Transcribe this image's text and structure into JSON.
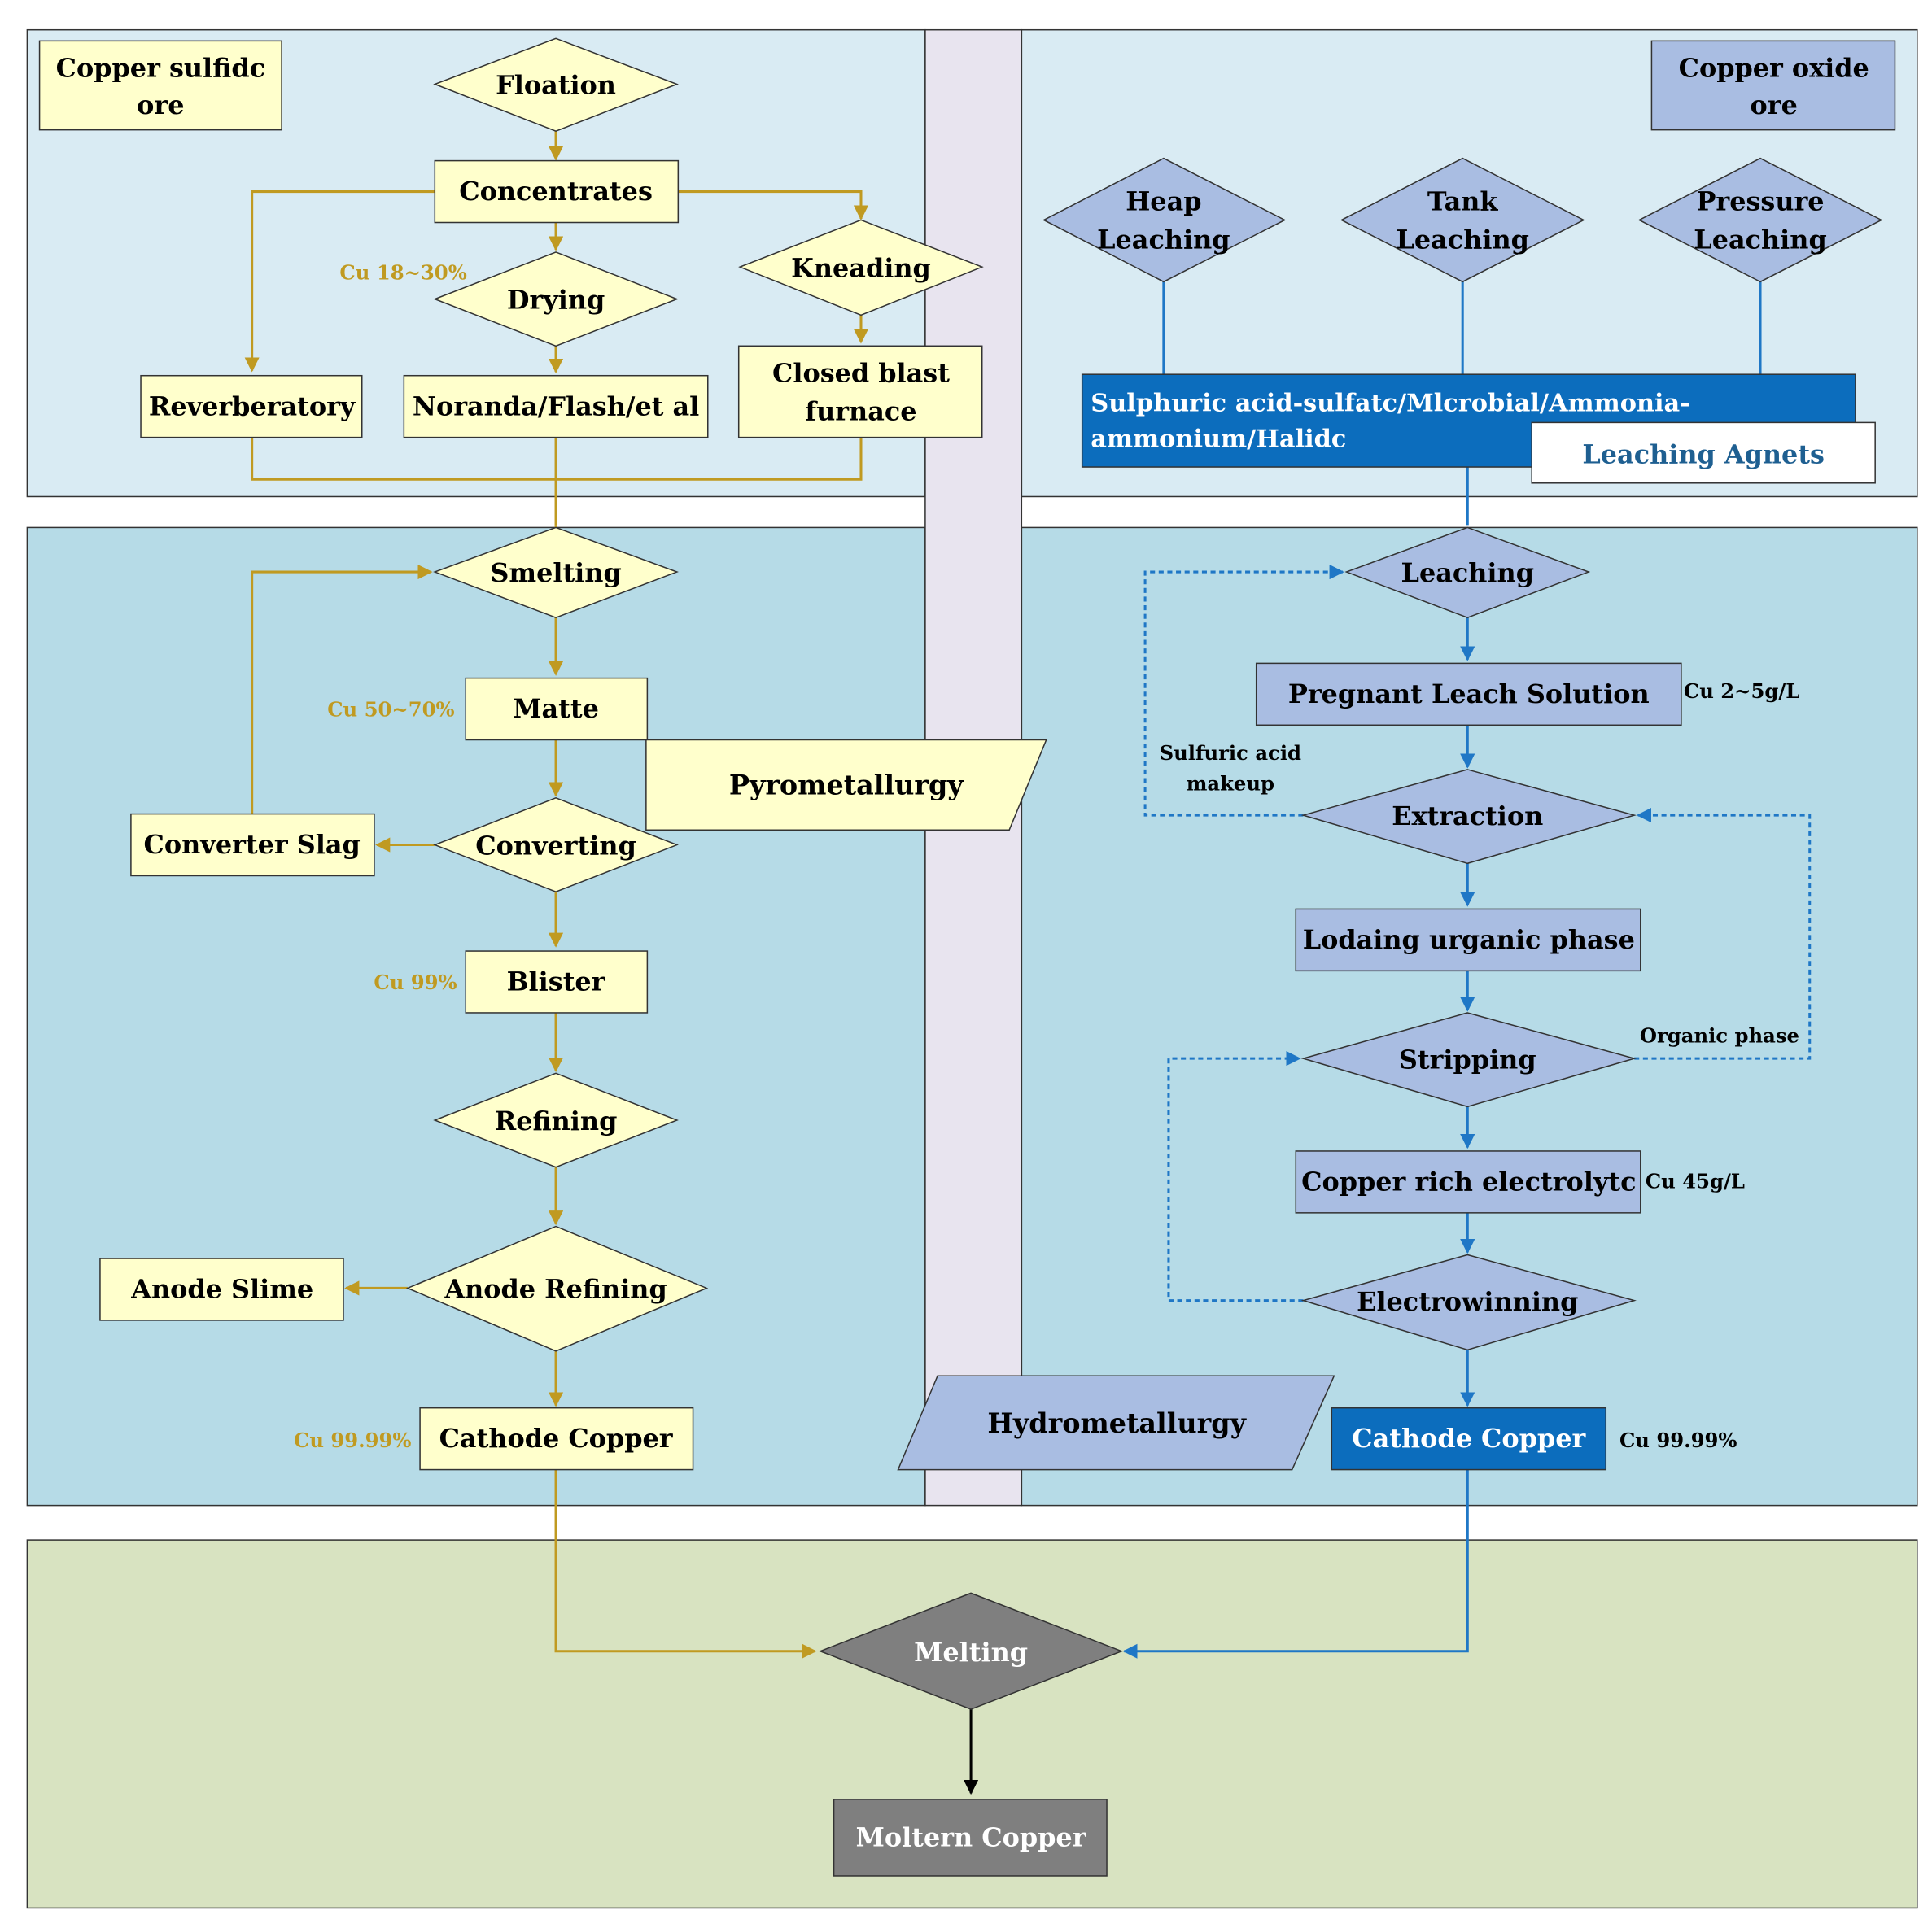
{
  "colors": {
    "panel_top": "#d9ebf3",
    "panel_mid": "#b6dbe7",
    "panel_bottom": "#d8e3c1",
    "column_divider": "#e8e4ef",
    "pyro_fill": "#ffffcc",
    "hydro_fill": "#a9bde2",
    "hydro_dark": "#0c6dbd",
    "melt_fill": "#7f7f7f",
    "pyro_line": "#c09a21",
    "hydro_line": "#1f77c6",
    "grade_text": "#c09a21",
    "agents_text": "#1e5f91"
  },
  "pyro": {
    "ore": "Copper sulfidc ore",
    "floation": "Floation",
    "concentrates": "Concentrates",
    "drying": "Drying",
    "kneading": "Kneading",
    "reverberatory": "Reverberatory",
    "noranda": "Noranda/Flash/et al",
    "closed_blast": "Closed blast furnace",
    "smelting": "Smelting",
    "matte": "Matte",
    "converting": "Converting",
    "converter_slag": "Converter Slag",
    "blister": "Blister",
    "refining": "Refining",
    "anode_refining": "Anode Refining",
    "anode_slime": "Anode Slime",
    "cathode": "Cathode Copper",
    "label": "Pyrometallurgy",
    "grades": {
      "concentrates": "Cu 18~30%",
      "matte": "Cu 50~70%",
      "blister": "Cu 99%",
      "cathode": "Cu 99.99%"
    }
  },
  "hydro": {
    "ore": "Copper oxide ore",
    "heap": "Heap Leaching",
    "tank": "Tank Leaching",
    "pressure": "Pressure Leaching",
    "agents": "Sulphuric acid-sulfatc/Mlcrobial/Ammonia-ammonium/Halidc",
    "agents_label": "Leaching Agnets",
    "leaching": "Leaching",
    "pls": "Pregnant Leach Solution",
    "pls_grade": "Cu 2~5g/L",
    "extraction": "Extraction",
    "sulfuric_makeup": "Sulfuric acid makeup",
    "loading": "Lodaing urganic phase",
    "organic_phase": "Organic phase",
    "stripping": "Stripping",
    "electrolyte": "Copper rich electrolytc",
    "electrolyte_grade": "Cu 45g/L",
    "electrowinning": "Electrowinning",
    "cathode": "Cathode Copper",
    "cathode_grade": "Cu 99.99%",
    "label": "Hydrometallurgy"
  },
  "final": {
    "melting": "Melting",
    "molten": "Moltern Copper"
  }
}
